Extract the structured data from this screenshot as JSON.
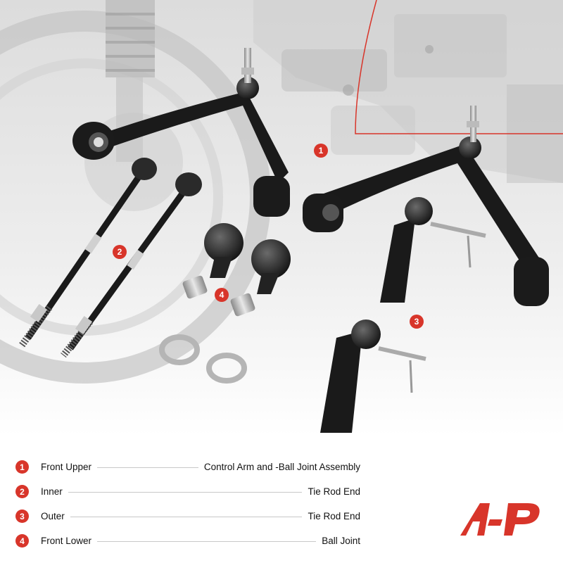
{
  "callouts": [
    "1",
    "2",
    "3",
    "4"
  ],
  "legend": [
    {
      "num": "1",
      "left": "Front Upper",
      "right": "Control Arm and -Ball Joint Assembly"
    },
    {
      "num": "2",
      "left": "Inner",
      "right": "Tie Rod End"
    },
    {
      "num": "3",
      "left": "Outer",
      "right": "Tie Rod End"
    },
    {
      "num": "4",
      "left": "Front Lower",
      "right": "Ball Joint"
    }
  ],
  "colors": {
    "accent": "#d8352a",
    "text": "#111111",
    "leader_line": "#c8c8c8",
    "part_black": "#1a1a1a"
  },
  "icons": [
    "brand-logo-icon"
  ]
}
